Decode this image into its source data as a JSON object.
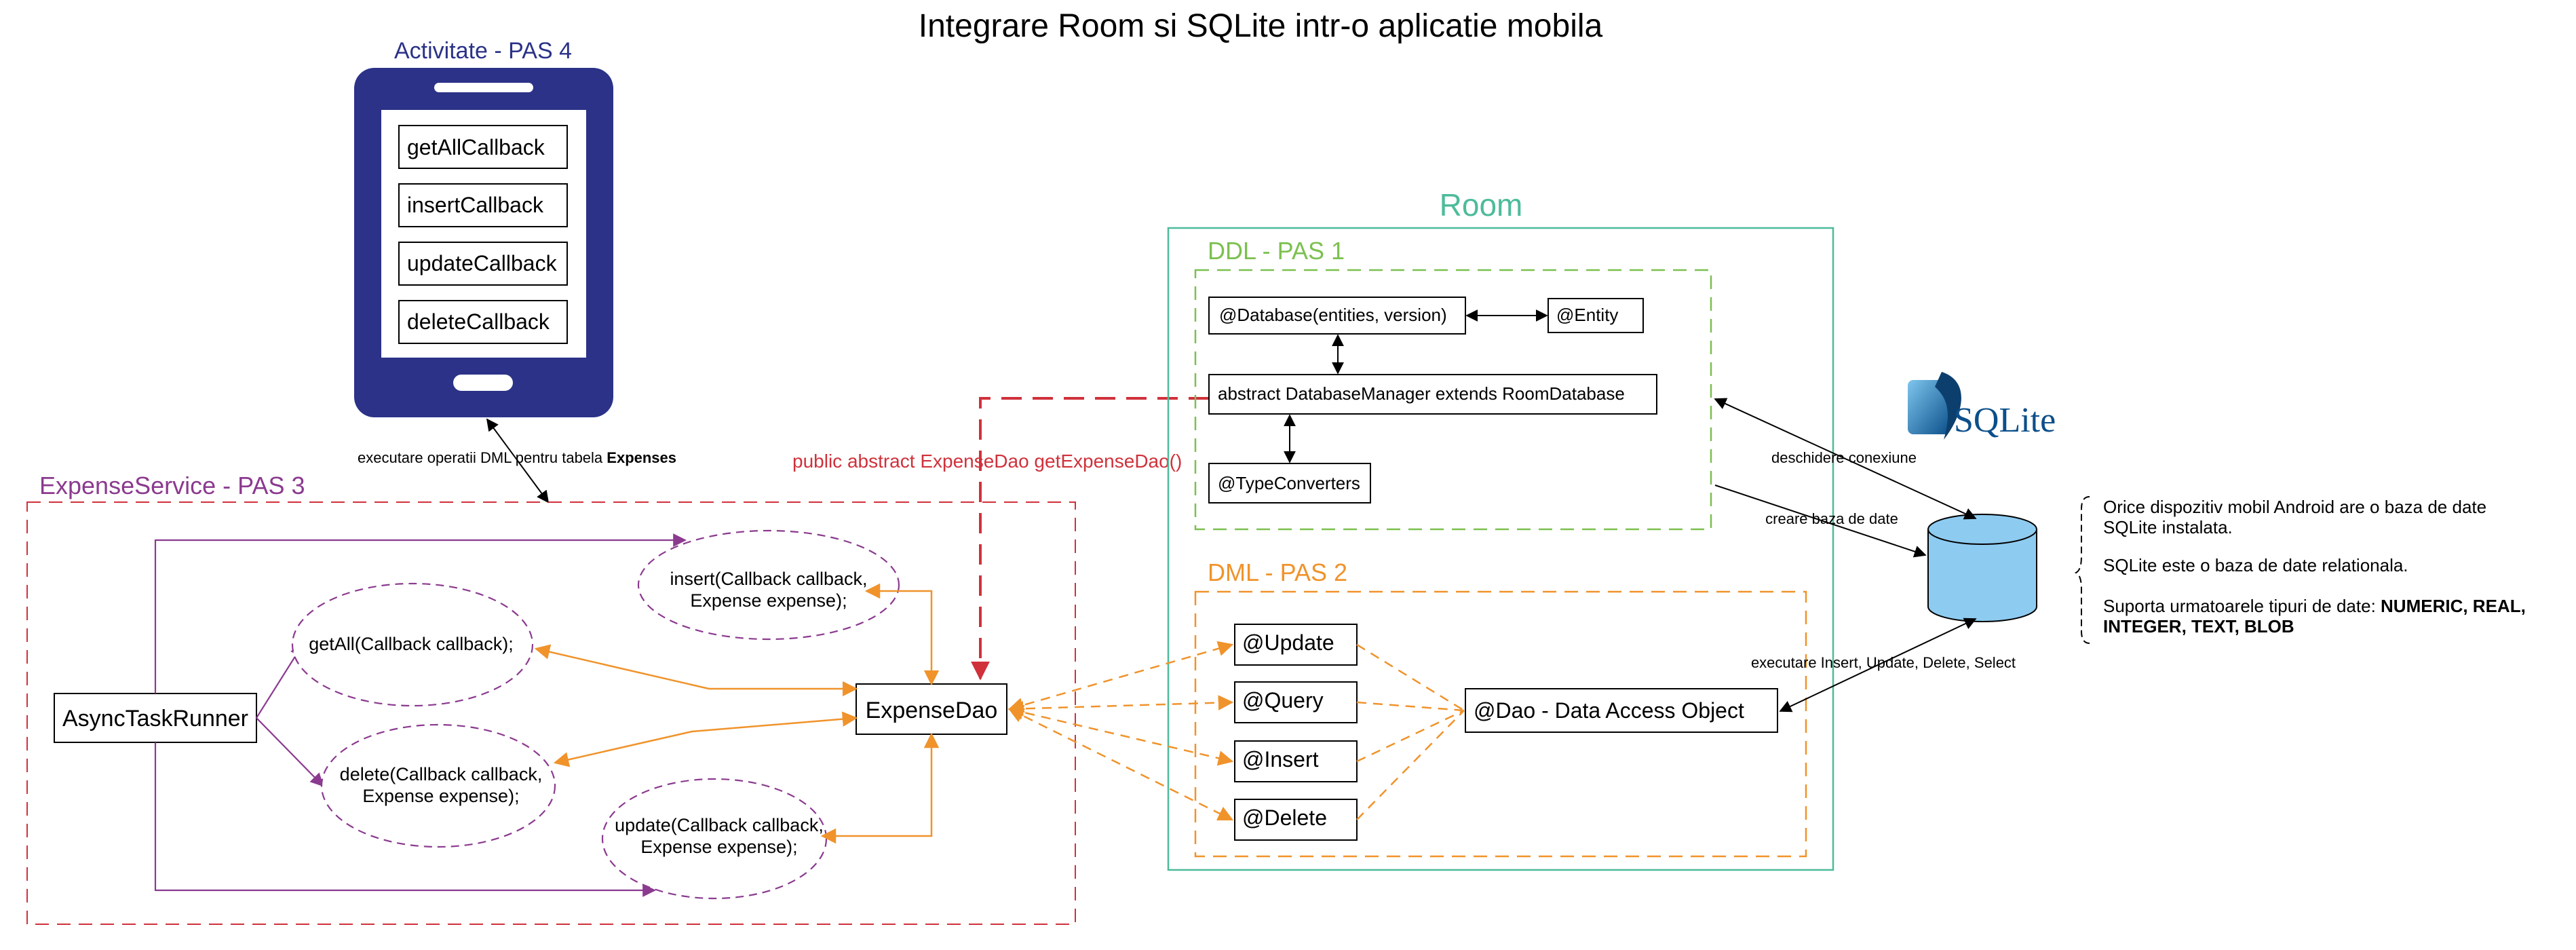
{
  "title": "Integrare Room si SQLite intr-o aplicatie mobila",
  "colors": {
    "navy": "#2b3288",
    "teal": "#4dbb9a",
    "green": "#7cc04f",
    "orange": "#f0932b",
    "red": "#d0313b",
    "purple": "#8b3a8f",
    "black": "#000000",
    "db_fill": "#8ecbf0"
  },
  "phone": {
    "label": "Activitate - PAS 4",
    "callbacks": [
      "getAllCallback",
      "insertCallback",
      "updateCallback",
      "deleteCallback"
    ]
  },
  "phone_link": {
    "prefix": "executare operatii DML pentru tabela ",
    "bold": "Expenses"
  },
  "service": {
    "label": "ExpenseService - PAS 3",
    "runner": "AsyncTaskRunner",
    "dao_box": "ExpenseDao",
    "clouds": {
      "insert": [
        "insert(Callback callback,",
        "Expense expense);"
      ],
      "getall": [
        "getAll(Callback callback);"
      ],
      "delete": [
        "delete(Callback callback,",
        "Expense expense);"
      ],
      "update": [
        "update(Callback callback,",
        "Expense expense);"
      ]
    }
  },
  "dao_method": "public abstract ExpenseDao getExpenseDao()",
  "room": {
    "label": "Room",
    "ddl_label": "DDL - PAS 1",
    "database": "@Database(entities, version)",
    "entity": "@Entity",
    "manager": "abstract DatabaseManager extends RoomDatabase",
    "converters": "@TypeConverters",
    "dml_label": "DML - PAS 2",
    "ops": [
      "@Update",
      "@Query",
      "@Insert",
      "@Delete"
    ],
    "dao": "@Dao - Data Access Object"
  },
  "sqlite": {
    "logo": "SQLite",
    "open_conn": "deschidere conexiune",
    "create_db": "creare baza de date",
    "exec": "executare Insert, Update, Delete, Select"
  },
  "notes": {
    "line1": [
      "Orice dispozitiv mobil Android are o baza de date",
      "SQLite instalata."
    ],
    "line2": "SQLite este  o baza de date relationala.",
    "line3_prefix": "Suporta urmatoarele tipuri de date:  ",
    "line3_bold_a": "NUMERIC, REAL,",
    "line3_bold_b": "INTEGER, TEXT, BLOB"
  }
}
